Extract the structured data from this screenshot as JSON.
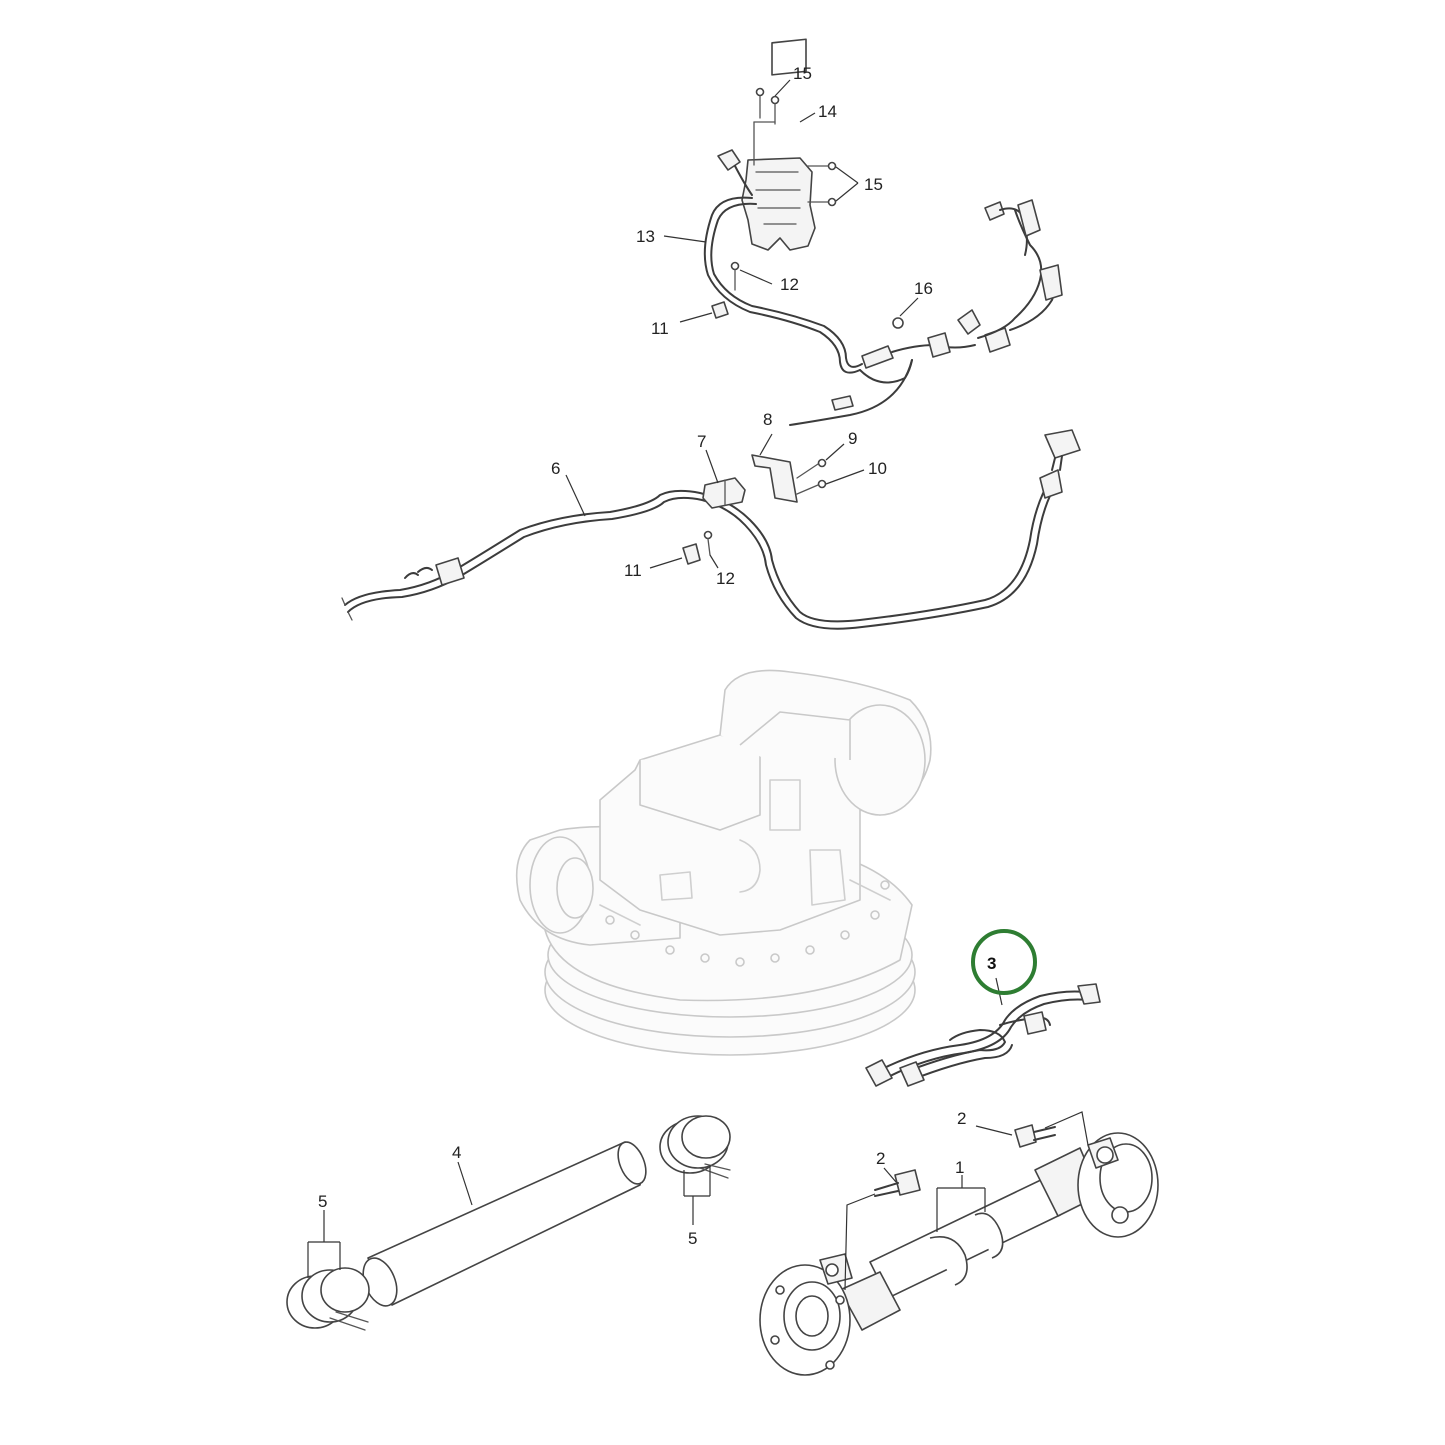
{
  "diagram": {
    "callouts": {
      "c15a": "15",
      "c14": "14",
      "c15b": "15",
      "c13": "13",
      "c12a": "12",
      "c16": "16",
      "c11a": "11",
      "c8": "8",
      "c9": "9",
      "c7": "7",
      "c10": "10",
      "c6": "6",
      "c11b": "11",
      "c12b": "12",
      "c3": "3",
      "c2a": "2",
      "c4": "4",
      "c2b": "2",
      "c1": "1",
      "c5a": "5",
      "c5b": "5"
    },
    "highlighted_part": "3",
    "highlight_color": "#2e7d32"
  }
}
